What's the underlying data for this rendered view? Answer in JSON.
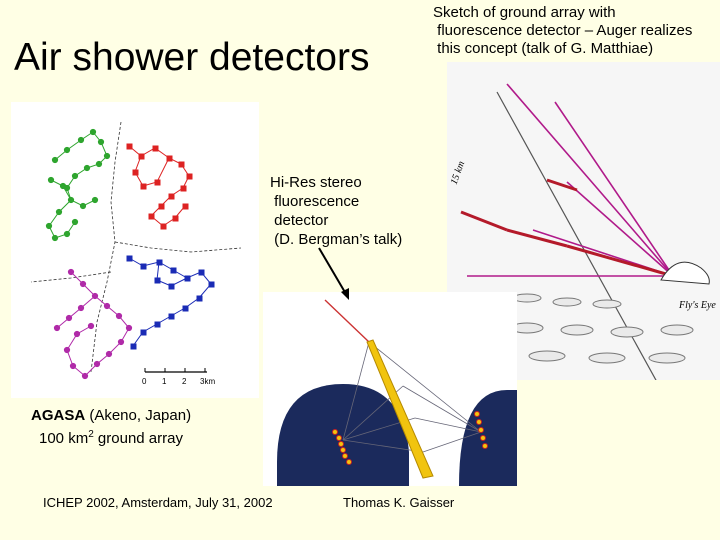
{
  "slide": {
    "title": "Air shower detectors",
    "sketch_caption": "Sketch of ground array with\n fluorescence detector – Auger realizes\n this concept (talk of G. Matthiae)",
    "hires_caption": "Hi-Res stereo\n fluorescence\n detector\n (D. Bergman’s talk)",
    "agasa": {
      "name": "AGASA",
      "location": " (Akeno, Japan)",
      "size_prefix": "100 km",
      "size_exp": "2",
      "size_suffix": " ground array"
    },
    "footer_left": "ICHEP 2002, Amsterdam, July 31, 2002",
    "footer_right": "Thomas K. Gaisser"
  },
  "map": {
    "scale_ticks": [
      "0",
      "1",
      "2",
      "3km"
    ]
  },
  "sketch": {
    "eye_label": "Fly's Eye",
    "km_label": "15 km"
  },
  "colors": {
    "background": "#ffffe5",
    "green_branch": "#2ea52e",
    "red_branch": "#d22",
    "blue_branch": "#1a2bb5",
    "magenta_branch": "#b02aa8",
    "sky_dome": "#1b2a5c"
  }
}
